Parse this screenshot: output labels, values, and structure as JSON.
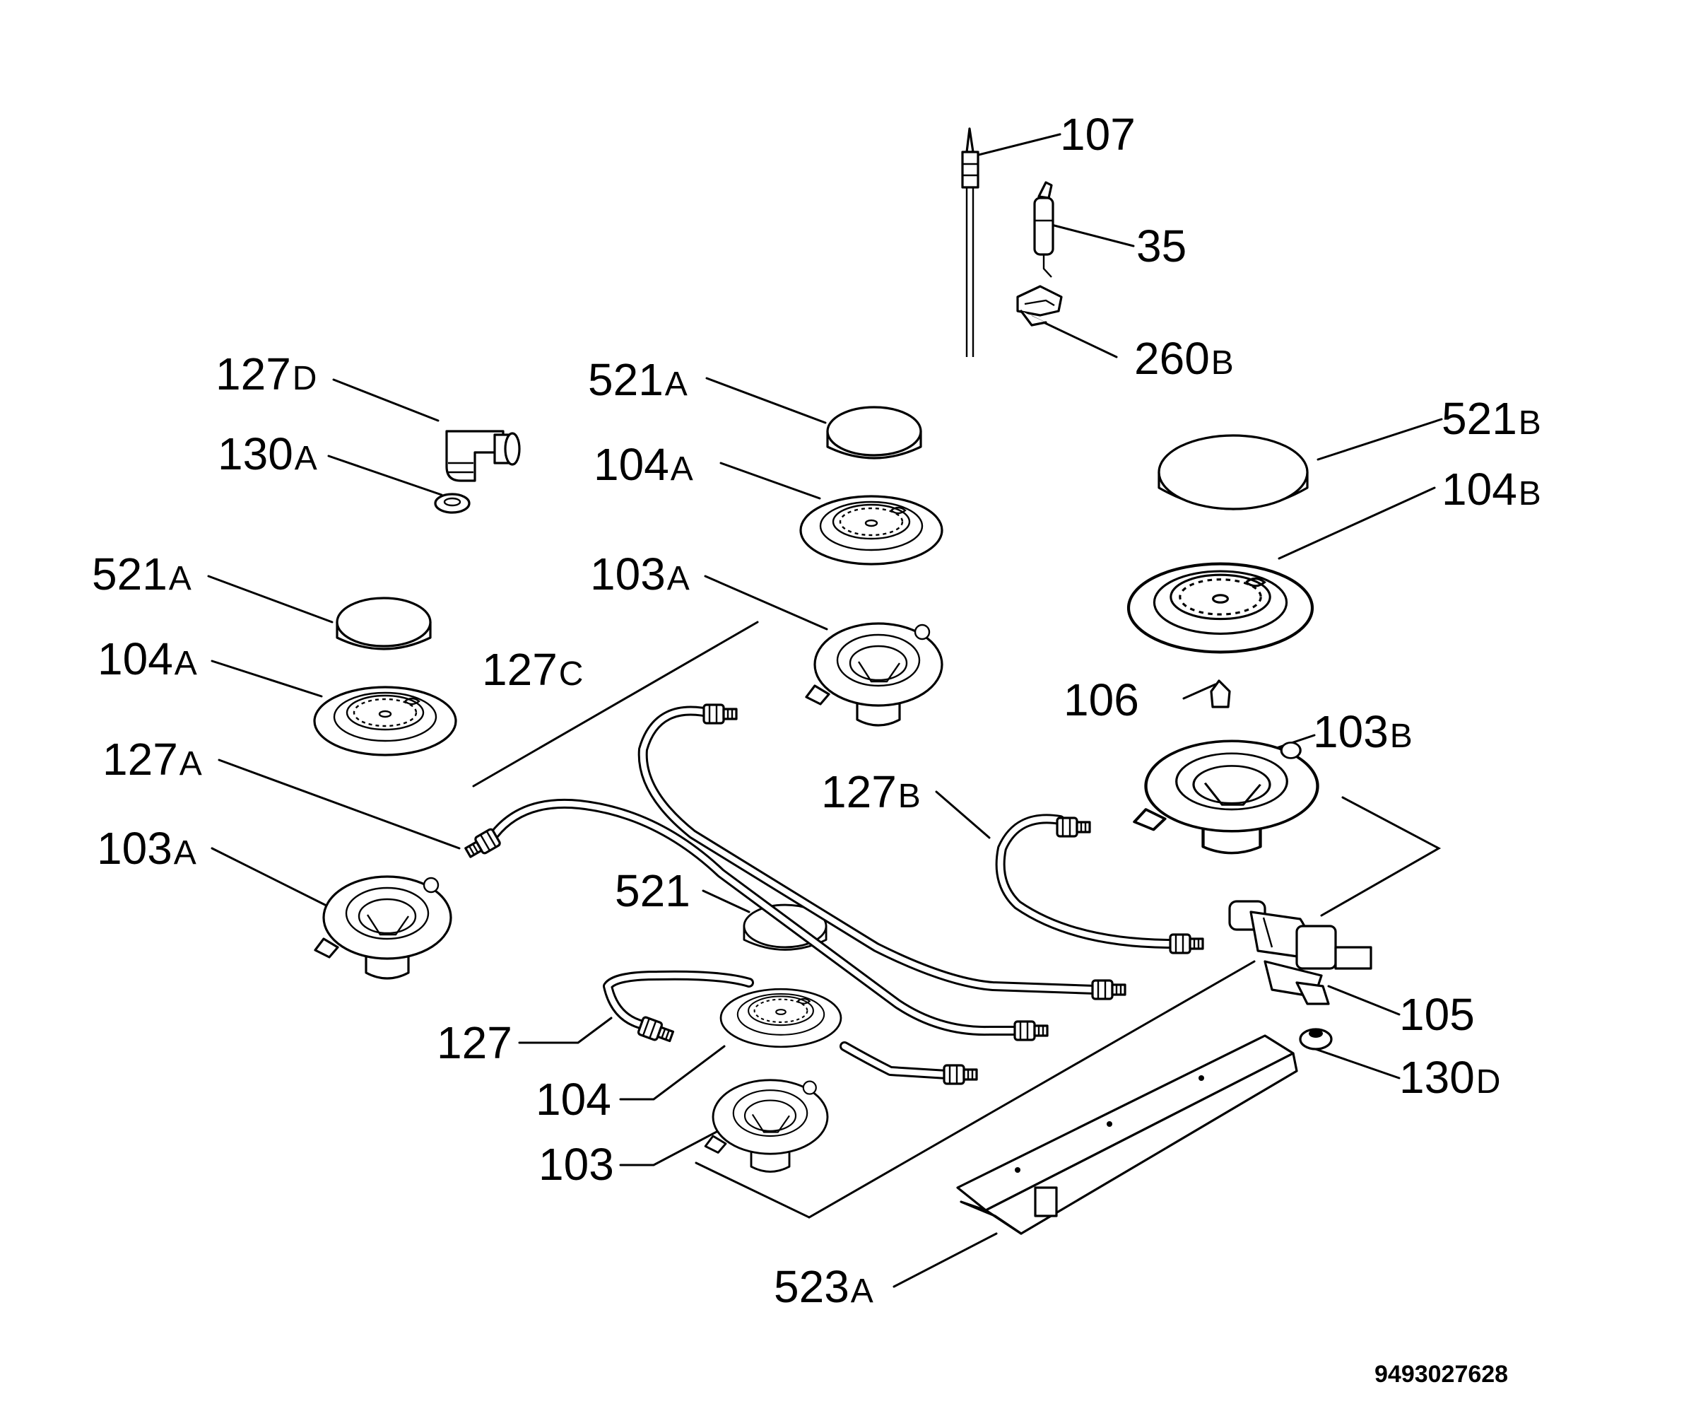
{
  "document_number": "9493027628",
  "labels": {
    "l107": {
      "num": "107",
      "suffix": ""
    },
    "l35": {
      "num": "35",
      "suffix": ""
    },
    "l260B": {
      "num": "260",
      "suffix": "B"
    },
    "l127D": {
      "num": "127",
      "suffix": "D"
    },
    "l130A": {
      "num": "130",
      "suffix": "A"
    },
    "l521A_top": {
      "num": "521",
      "suffix": "A"
    },
    "l104A_top": {
      "num": "104",
      "suffix": "A"
    },
    "l521B": {
      "num": "521",
      "suffix": "B"
    },
    "l104B": {
      "num": "104",
      "suffix": "B"
    },
    "l521A_left": {
      "num": "521",
      "suffix": "A"
    },
    "l103A_mid": {
      "num": "103",
      "suffix": "A"
    },
    "l104A_left": {
      "num": "104",
      "suffix": "A"
    },
    "l127C": {
      "num": "127",
      "suffix": "C"
    },
    "l106": {
      "num": "106",
      "suffix": ""
    },
    "l103B": {
      "num": "103",
      "suffix": "B"
    },
    "l127A": {
      "num": "127",
      "suffix": "A"
    },
    "l127B": {
      "num": "127",
      "suffix": "B"
    },
    "l103A_left": {
      "num": "103",
      "suffix": "A"
    },
    "l521": {
      "num": "521",
      "suffix": ""
    },
    "l105": {
      "num": "105",
      "suffix": ""
    },
    "l127": {
      "num": "127",
      "suffix": ""
    },
    "l130D": {
      "num": "130",
      "suffix": "D"
    },
    "l104": {
      "num": "104",
      "suffix": ""
    },
    "l103": {
      "num": "103",
      "suffix": ""
    },
    "l523A": {
      "num": "523",
      "suffix": "A"
    }
  }
}
